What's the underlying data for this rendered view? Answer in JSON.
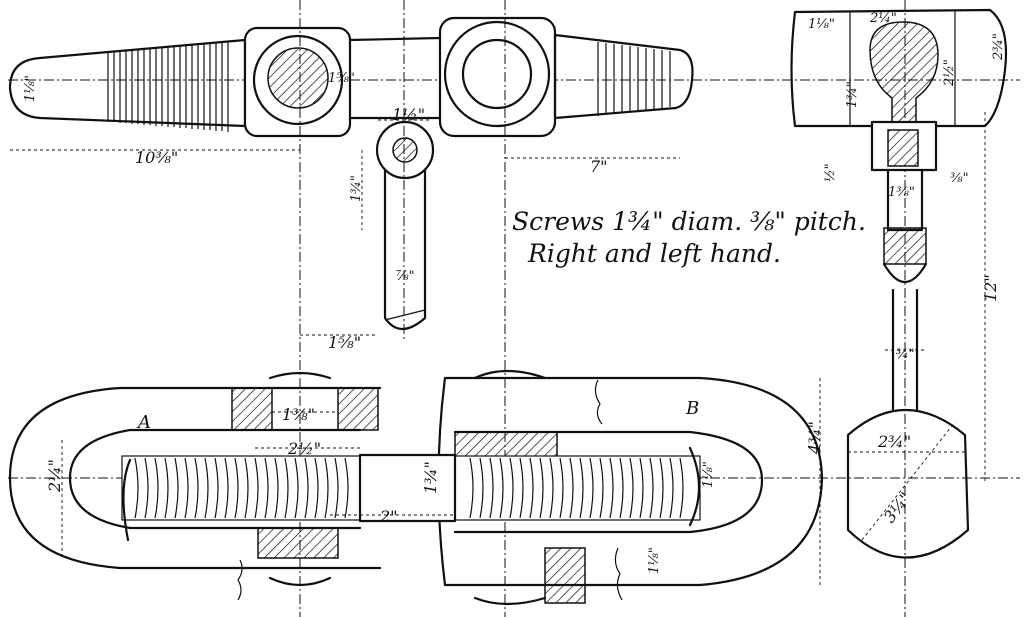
{
  "title": "",
  "note": {
    "line1": "Screws 1¾\" diam. ⅜\" pitch.",
    "line2": "Right and left hand."
  },
  "labels": {
    "part_a": "A",
    "part_b": "B"
  },
  "dimensions": {
    "eye_end_width": "1⅛\"",
    "overall_length": "10⅜\"",
    "bore_square": "1⅝\"",
    "pin_spacing": "1½\"",
    "shank_offset": "7\"",
    "pin_height": "1¾\"",
    "pin_diameter": "⅞\"",
    "side_offset": "1⅝\"",
    "end_block_left": "1⅛\"",
    "end_block_width": "2¼\"",
    "end_block_height_outer": "2¾\"",
    "end_block_height_inner": "2½\"",
    "neck_height": "1¾\"",
    "collar_half": "½\"",
    "collar_width": "1⅜\"",
    "collar_pitch": "⅜\"",
    "total_length_side": "12\"",
    "rod_diameter": "¾\"",
    "ball_width": "2¾\"",
    "ball_diagonal": "3¼\"",
    "frame_inner_height": "2¼\"",
    "nut_width": "1⅜\"",
    "screw_length": "2½\"",
    "screw_diameter": "1¾\"",
    "gap": "2\"",
    "end_depth": "1⅛\"",
    "frame_outer_height": "4¾\"",
    "frame_base": "1⅛\""
  }
}
